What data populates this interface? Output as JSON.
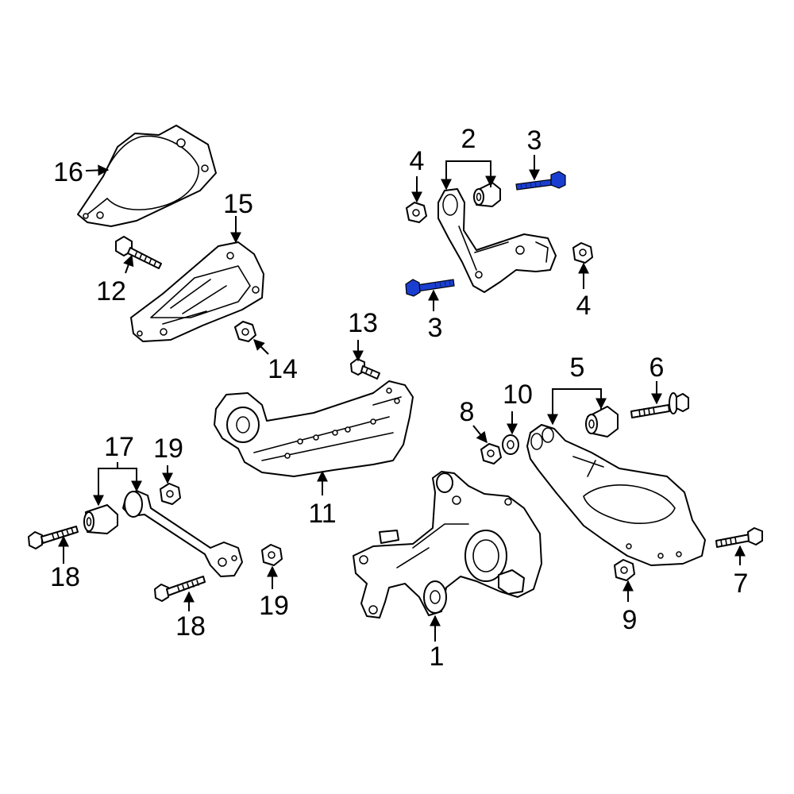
{
  "diagram": {
    "callouts": [
      "1",
      "2",
      "3",
      "3",
      "4",
      "4",
      "5",
      "6",
      "7",
      "8",
      "9",
      "10",
      "11",
      "12",
      "13",
      "14",
      "15",
      "16",
      "17",
      "18",
      "18",
      "19",
      "19"
    ],
    "colors": {
      "line": "#000000",
      "background": "#ffffff",
      "highlight": "#1a3fd0"
    }
  }
}
